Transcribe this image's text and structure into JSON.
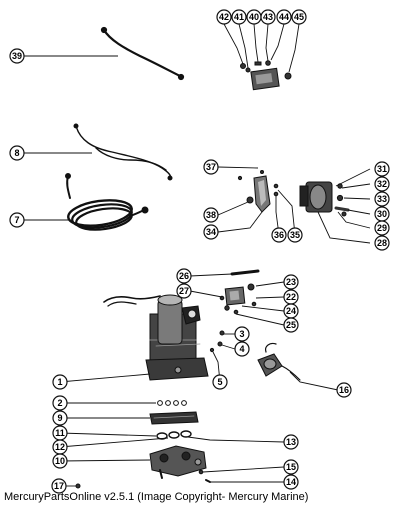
{
  "footer": {
    "text": "MercuryPartsOnline v2.5.1 (Image Copyright- Mercury Marine)"
  },
  "callouts": [
    {
      "id": "c42",
      "label": "42"
    },
    {
      "id": "c41",
      "label": "41"
    },
    {
      "id": "c40",
      "label": "40"
    },
    {
      "id": "c43",
      "label": "43"
    },
    {
      "id": "c44",
      "label": "44"
    },
    {
      "id": "c45",
      "label": "45"
    },
    {
      "id": "c39",
      "label": "39"
    },
    {
      "id": "c8",
      "label": "8"
    },
    {
      "id": "c7",
      "label": "7"
    },
    {
      "id": "c37",
      "label": "37"
    },
    {
      "id": "c38",
      "label": "38"
    },
    {
      "id": "c34",
      "label": "34"
    },
    {
      "id": "c36",
      "label": "36"
    },
    {
      "id": "c35",
      "label": "35"
    },
    {
      "id": "c31",
      "label": "31"
    },
    {
      "id": "c32",
      "label": "32"
    },
    {
      "id": "c33",
      "label": "33"
    },
    {
      "id": "c30",
      "label": "30"
    },
    {
      "id": "c29",
      "label": "29"
    },
    {
      "id": "c28",
      "label": "28"
    },
    {
      "id": "c26",
      "label": "26"
    },
    {
      "id": "c27",
      "label": "27"
    },
    {
      "id": "c23",
      "label": "23"
    },
    {
      "id": "c22",
      "label": "22"
    },
    {
      "id": "c24",
      "label": "24"
    },
    {
      "id": "c25",
      "label": "25"
    },
    {
      "id": "c3",
      "label": "3"
    },
    {
      "id": "c4",
      "label": "4"
    },
    {
      "id": "c5",
      "label": "5"
    },
    {
      "id": "c1",
      "label": "1"
    },
    {
      "id": "c16",
      "label": "16"
    },
    {
      "id": "c2",
      "label": "2"
    },
    {
      "id": "c9",
      "label": "9"
    },
    {
      "id": "c11",
      "label": "11"
    },
    {
      "id": "c12",
      "label": "12"
    },
    {
      "id": "c13",
      "label": "13"
    },
    {
      "id": "c10",
      "label": "10"
    },
    {
      "id": "c15",
      "label": "15"
    },
    {
      "id": "c14",
      "label": "14"
    },
    {
      "id": "c17",
      "label": "17"
    }
  ]
}
